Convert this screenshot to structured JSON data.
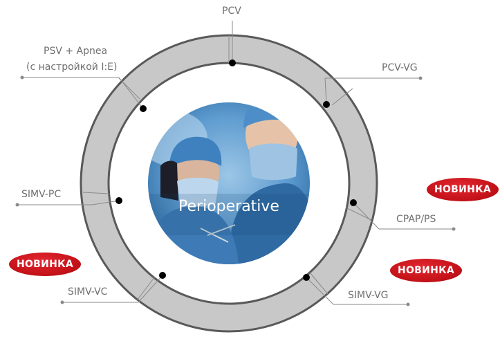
{
  "center": {
    "title": "Perioperative"
  },
  "modes": [
    {
      "id": "pcv",
      "lines": [
        "PCV"
      ]
    },
    {
      "id": "pcv-vg",
      "lines": [
        "PCV-VG"
      ]
    },
    {
      "id": "cpap-ps",
      "lines": [
        "CPAP/PS"
      ]
    },
    {
      "id": "simv-vg",
      "lines": [
        "SIMV-VG"
      ]
    },
    {
      "id": "simv-vc",
      "lines": [
        "SIMV-VC"
      ]
    },
    {
      "id": "simv-pc",
      "lines": [
        "SIMV-PC"
      ]
    },
    {
      "id": "psv-apnea",
      "lines": [
        "PSV + Apnea",
        "(с настройкой I:E)"
      ]
    }
  ],
  "badges": {
    "new_label": "НОВИНКА"
  },
  "colors": {
    "ring": "#c8c8c8",
    "ring_border": "#595959",
    "badge": "#c8161d",
    "text": "#6f6f6f"
  }
}
